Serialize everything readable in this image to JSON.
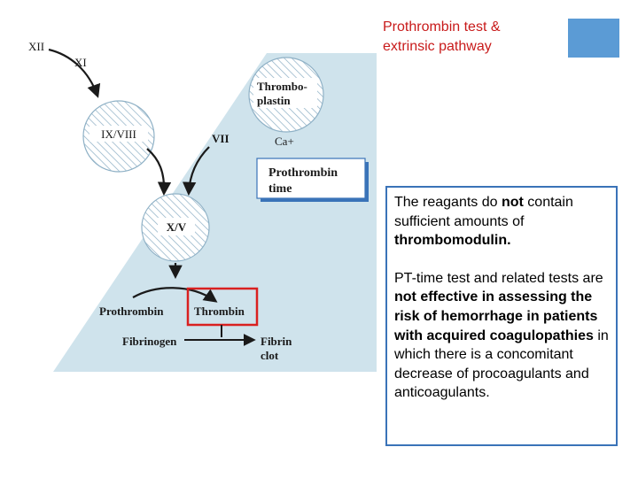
{
  "title": {
    "line1": "Prothrombin test &",
    "line2": "extrinsic pathway",
    "color": "#c81a1a"
  },
  "colors": {
    "panel": "#cfe3ec",
    "hatch": "#8fb1c6",
    "accent_square": "#5b9bd5",
    "box_border": "#3a73b8",
    "highlight": "#d92020"
  },
  "diagram": {
    "xii": "XII",
    "xi": "XI",
    "ix_viii": "IX/VIII",
    "vii": "VII",
    "ca": "Ca+",
    "thromboplastin_line1": "Thrombo-",
    "thromboplastin_line2": "plastin",
    "prothrombin_time_line1": "Prothrombin",
    "prothrombin_time_line2": "time",
    "xv": "X/V",
    "prothrombin": "Prothrombin",
    "thrombin": "Thrombin",
    "fibrinogen": "Fibrinogen",
    "fibrin_line1": "Fibrin",
    "fibrin_line2": "clot"
  },
  "notes": {
    "p1": {
      "a": "The reagants do ",
      "b": "not",
      "c": " contain sufficient amounts of ",
      "d": "thrombomodulin."
    },
    "p2": {
      "a": "PT-time test and related tests are ",
      "b": "not effective in assessing the risk of hemorrhage in patients with acquired coagulopathies",
      "c": " in which there is a concomitant decrease of procoagulants and anticoagulants."
    }
  }
}
